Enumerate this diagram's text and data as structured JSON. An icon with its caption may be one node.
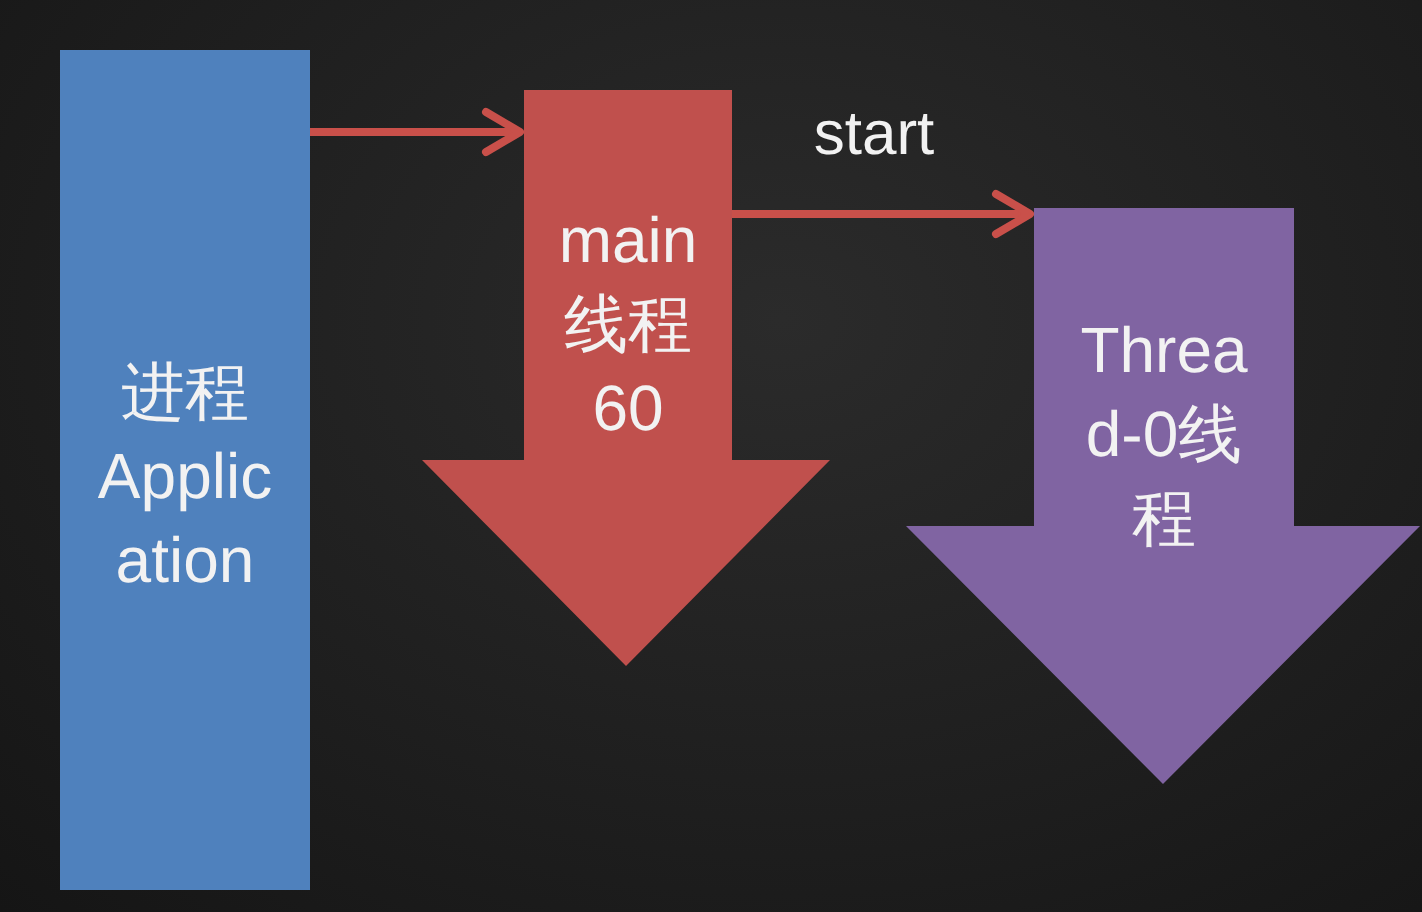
{
  "diagram": {
    "nodes": [
      {
        "text": [
          "进程 Application"
        ]
      },
      {
        "text": [
          "main 线程 60"
        ]
      },
      {
        "text": [
          "Thread-0线程"
        ]
      }
    ],
    "edges": [
      {
        "from": 0,
        "to": 1,
        "arrow": "to"
      },
      {
        "from": 1,
        "to": 2,
        "arrow": "to",
        "label": "start"
      }
    ]
  }
}
